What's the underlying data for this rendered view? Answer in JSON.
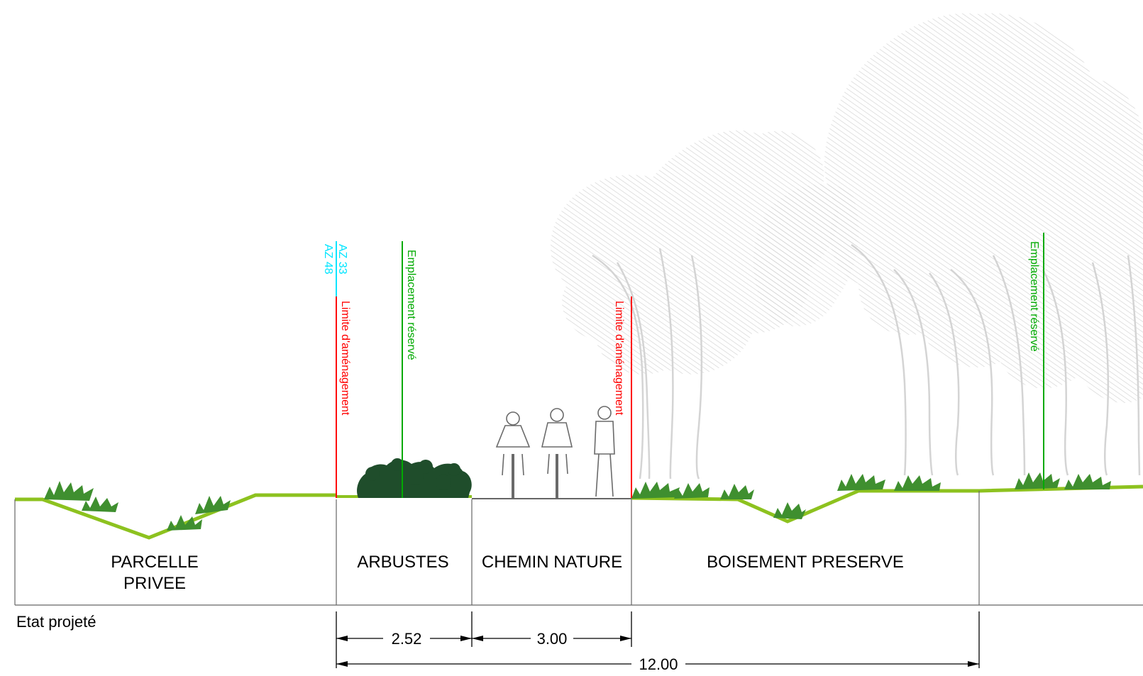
{
  "zones": {
    "parcelle": [
      "PARCELLE",
      "PRIVEE"
    ],
    "arbustes": "ARBUSTES",
    "chemin": "CHEMIN NATURE",
    "boisement": "BOISEMENT PRESERVE"
  },
  "state_label": "Etat projeté",
  "markers": {
    "limite_left": "Limite d'aménagement",
    "limite_right": "Limite d'aménagement",
    "emplacement_left": "Emplacement réservé",
    "emplacement_right": "Emplacement réservé",
    "parcel_a": "AZ 33",
    "parcel_b": "AZ 48"
  },
  "dimensions": {
    "arbustes_width": "2.52",
    "chemin_width": "3.00",
    "total_width": "12.00"
  },
  "colors": {
    "limite": "#ff0000",
    "emplacement": "#00aa00",
    "parcel": "#00e5ff",
    "ground": "#8dc21f",
    "tree": "#cfcfcf",
    "shrub": "#1f4d2b",
    "grass": "#3f8f2f"
  }
}
